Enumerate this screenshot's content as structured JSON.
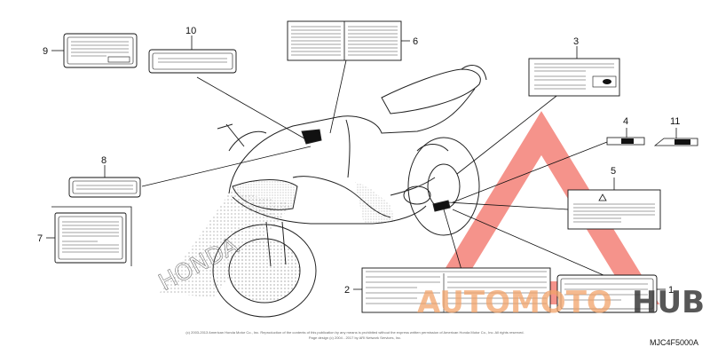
{
  "callouts": [
    {
      "id": "1",
      "label": "1"
    },
    {
      "id": "2",
      "label": "2"
    },
    {
      "id": "3",
      "label": "3"
    },
    {
      "id": "4",
      "label": "4"
    },
    {
      "id": "5",
      "label": "5"
    },
    {
      "id": "6",
      "label": "6"
    },
    {
      "id": "7",
      "label": "7"
    },
    {
      "id": "8",
      "label": "8"
    },
    {
      "id": "9",
      "label": "9"
    },
    {
      "id": "10",
      "label": "10"
    },
    {
      "id": "11",
      "label": "11"
    }
  ],
  "diagram_code": "MJC4F5000A",
  "copyright_line1": "(c) 2003-2013 American Honda Motor Co., Inc. Reproduction of the contents of this publication by any means is prohibited without the express written permission of American Honda Motor Co., Inc. All rights reserved.",
  "copyright_line2": "Page design (c) 2004 - 2017 by ARI Network Services, Inc.",
  "watermark": {
    "part1": "AUTOMOTO",
    "part2": "HUB",
    "color_light": "#f2a36a",
    "color_dark": "#3a3a3a",
    "triangle_color": "#ee4b3d"
  },
  "frame_logo_text": "HONDA"
}
